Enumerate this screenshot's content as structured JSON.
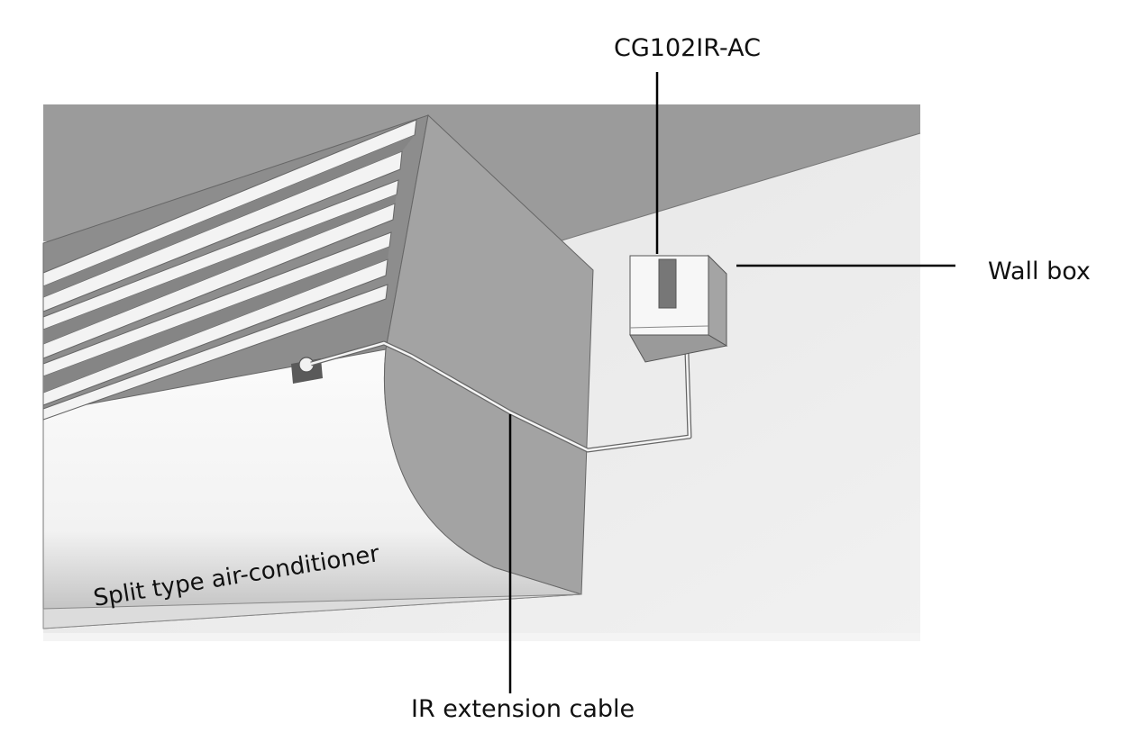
{
  "labels": {
    "device": "CG102IR-AC",
    "wall_box": "Wall box",
    "ir_cable": "IR extension cable",
    "air_conditioner": "Split type air-conditioner"
  },
  "colors": {
    "ceiling": "#9a9a9a",
    "wall": "#ececec",
    "ac_side_panel": "#a2a2a2",
    "ac_top": "#8c8c8c",
    "ac_body_light": "#f6f6f6",
    "ac_body_shadow": "#b8b8b8",
    "leader_line": "#000000"
  }
}
